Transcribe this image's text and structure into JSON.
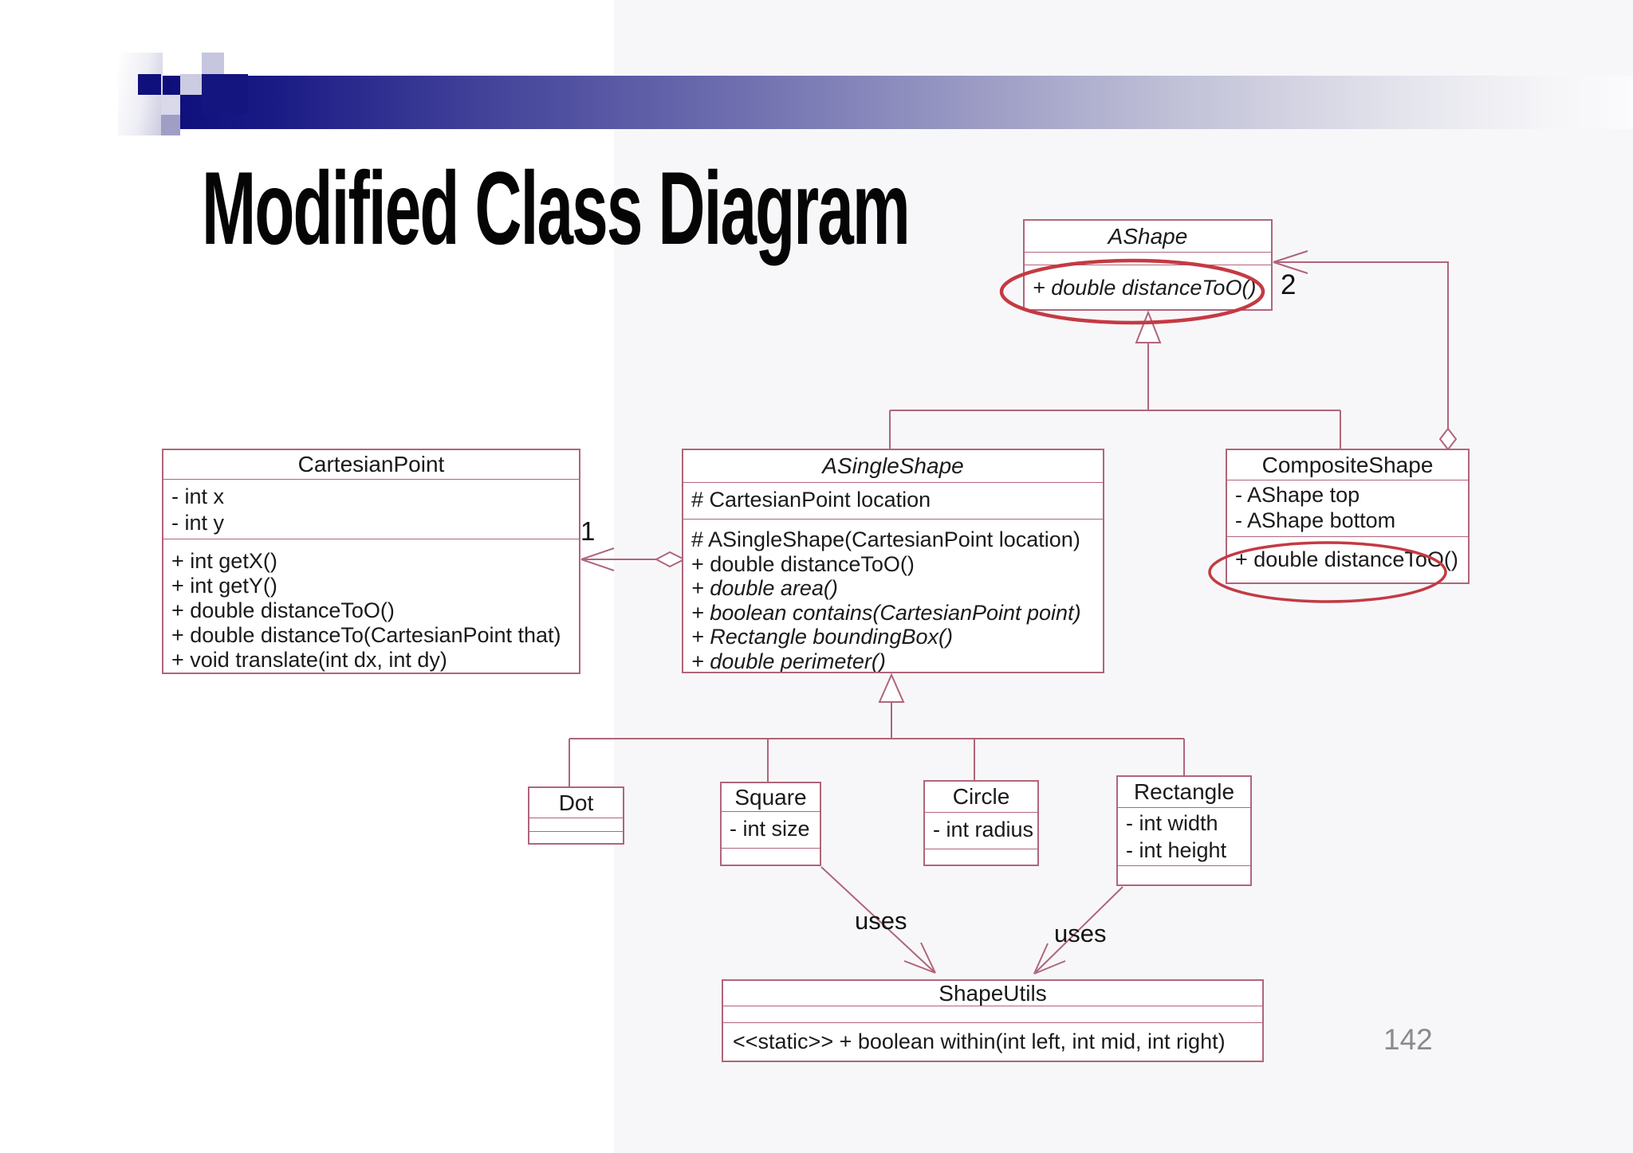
{
  "slide": {
    "title": "Modified Class Diagram",
    "page_number": "142"
  },
  "diagram": {
    "classes": {
      "ashape": {
        "title": "AShape",
        "attributes": [],
        "methods": [
          {
            "text": "+ double distanceToO()",
            "italic": true
          }
        ]
      },
      "cartesian_point": {
        "title": "CartesianPoint",
        "attributes": [
          "- int x",
          "- int y"
        ],
        "methods": [
          "+ int getX()",
          "+ int getY()",
          "+ double distanceToO()",
          "+ double distanceTo(CartesianPoint that)",
          "+ void translate(int dx, int dy)"
        ]
      },
      "asingle_shape": {
        "title": "ASingleShape",
        "attributes": [
          "# CartesianPoint location"
        ],
        "methods": [
          "# ASingleShape(CartesianPoint location)",
          "+ double distanceToO()",
          {
            "text": "+ double area()",
            "italic": true
          },
          {
            "text": "+ boolean contains(CartesianPoint point)",
            "italic": true
          },
          {
            "text": "+ Rectangle boundingBox()",
            "italic": true
          },
          {
            "text": "+ double perimeter()",
            "italic": true
          }
        ]
      },
      "composite_shape": {
        "title": "CompositeShape",
        "attributes": [
          "- AShape top",
          "- AShape bottom"
        ],
        "methods": [
          "+ double distanceToO()"
        ]
      },
      "dot": {
        "title": "Dot",
        "attributes": [],
        "methods": []
      },
      "square": {
        "title": "Square",
        "attributes": [
          "- int size"
        ],
        "methods": []
      },
      "circle": {
        "title": "Circle",
        "attributes": [
          "- int radius"
        ],
        "methods": []
      },
      "rectangle": {
        "title": "Rectangle",
        "attributes": [
          "- int width",
          "- int height"
        ],
        "methods": []
      },
      "shape_utils": {
        "title": "ShapeUtils",
        "attributes": [],
        "methods": [
          "<<static>> + boolean within(int left, int mid, int right)"
        ]
      }
    },
    "labels": {
      "multiplicity_1": "1",
      "multiplicity_2": "2",
      "uses_left": "uses",
      "uses_right": "uses"
    },
    "colors": {
      "line": "#b0657a",
      "highlight_ellipse": "#c43a43",
      "header_navy": "#10107c"
    }
  }
}
